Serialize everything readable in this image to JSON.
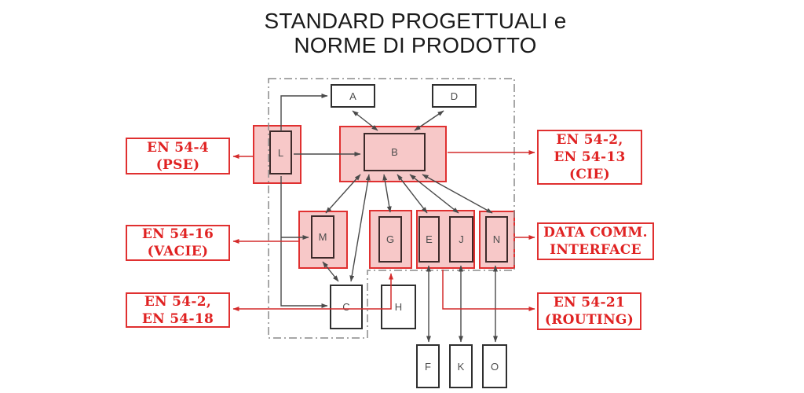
{
  "title": {
    "line1": "STANDARD PROGETTUALI e",
    "line2": "NORME DI PRODOTTO"
  },
  "diagram": {
    "nodes": {
      "a": "A",
      "b": "B",
      "c": "C",
      "d": "D",
      "e": "E",
      "f": "F",
      "g": "G",
      "h": "H",
      "j": "J",
      "k": "K",
      "l": "L",
      "m": "M",
      "n": "N",
      "o": "O"
    },
    "side_labels": {
      "pse": {
        "lines": [
          "EN 54-4",
          "(PSE)"
        ]
      },
      "cie": {
        "lines": [
          "EN 54-2,",
          "EN 54-13",
          "(CIE)"
        ]
      },
      "vacie": {
        "lines": [
          "EN 54-16",
          "(VACIE)"
        ]
      },
      "datacomm": {
        "lines": [
          "DATA COMM.",
          "INTERFACE"
        ]
      },
      "en54_2_18": {
        "lines": [
          "EN 54-2,",
          "EN 54-18"
        ]
      },
      "routing": {
        "lines": [
          "EN 54-21",
          "(ROUTING)"
        ]
      }
    },
    "colors": {
      "highlight_fill": "#f7c8c8",
      "highlight_border": "#e03030",
      "label_text": "#e02222",
      "connector_black": "#4a4a4a",
      "boundary_gray": "#8a8a8a",
      "node_border": "#2f2f2f"
    }
  }
}
